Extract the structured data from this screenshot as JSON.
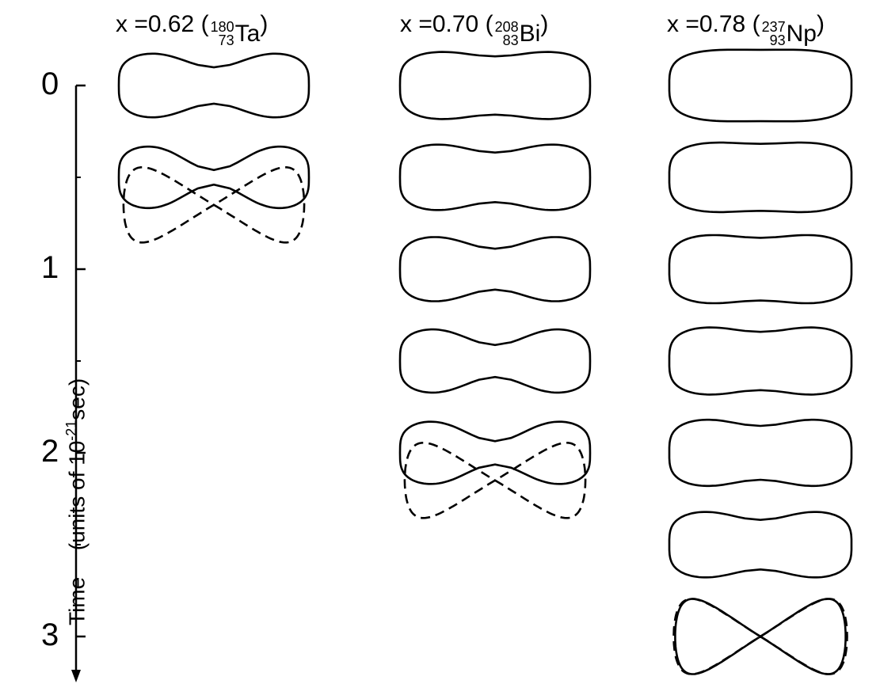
{
  "axis": {
    "label_main": "Time",
    "label_units_prefix": "(units of 10",
    "label_units_exp": "-21",
    "label_units_suffix": "sec)",
    "ticks": [
      "0",
      "1",
      "2",
      "3"
    ]
  },
  "columns": [
    {
      "title_prefix": "x =0.62",
      "mass": "180",
      "charge": "73",
      "element": "Ta",
      "solid_shapes": 2,
      "dashed_scission": true,
      "scission_time": 0.65
    },
    {
      "title_prefix": "x =0.70",
      "mass": "208",
      "charge": "83",
      "element": "Bi",
      "solid_shapes": 5,
      "dashed_scission": true,
      "scission_time": 2.15
    },
    {
      "title_prefix": "x =0.78",
      "mass": "237",
      "charge": "93",
      "element": "Np",
      "solid_shapes": 7,
      "dashed_scission": true,
      "scission_time": 3.0
    }
  ]
}
